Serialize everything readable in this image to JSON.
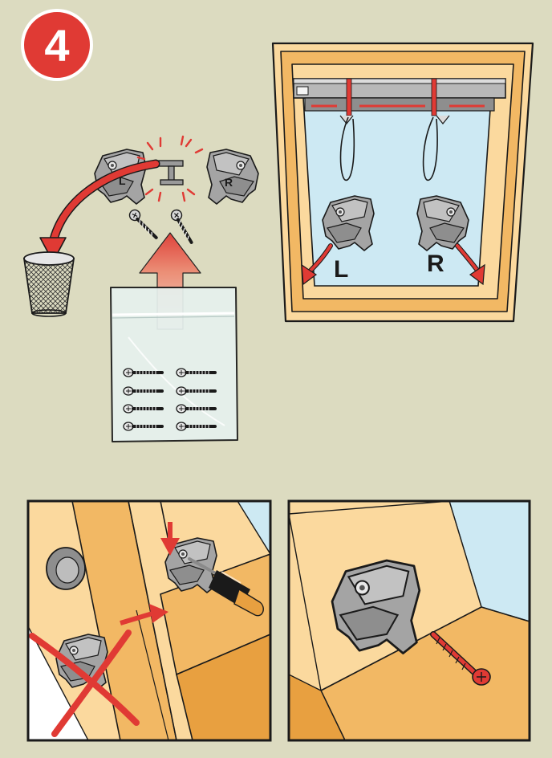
{
  "step": {
    "number": "4"
  },
  "window_panel": {
    "left_label": "L",
    "right_label": "R"
  },
  "bracket_marks": {
    "left": "L",
    "right": "R"
  },
  "colors": {
    "background": "#dcdbc0",
    "accent_red": "#e03a34",
    "wood": "#f2b864",
    "wood_light": "#fbd99e",
    "wood_frame": "#e8a040",
    "glass": "#cde9f3",
    "plastic_grey": "#9a9a9a",
    "outline": "#1a1a1a"
  },
  "icons": {
    "bin": "waste-bin-icon",
    "bag": "screw-bag-icon",
    "screw": "screw-icon",
    "screwdriver": "screwdriver-icon",
    "cross": "cross-out-icon"
  }
}
